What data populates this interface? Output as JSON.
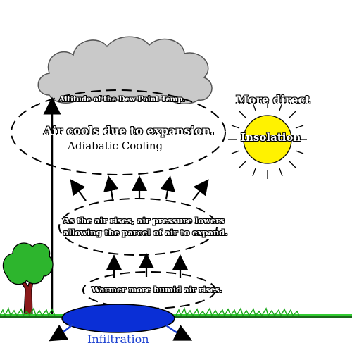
{
  "labels": {
    "dew_point": "Altitude of the Dew Point Temp.",
    "air_cools": "Air cools due to expansion.",
    "adiabatic": "Adiabatic Cooling",
    "more_direct": "More direct",
    "insolation": "Insolation",
    "air_rises_line1": "As the air rises, air pressure lowers",
    "air_rises_line2": "allowing the parcel of air to expand.",
    "warmer_air": "Warmer more humid air rises.",
    "infiltration": "Infiltration"
  },
  "colors": {
    "cloud": "#c9c9c9",
    "sun": "#fff200",
    "tree_leaves": "#2db52d",
    "tree_trunk": "#8b1a1a",
    "grass": "#33cc33",
    "water": "#0a2fd6",
    "infiltration_text": "#1a3fd0"
  }
}
